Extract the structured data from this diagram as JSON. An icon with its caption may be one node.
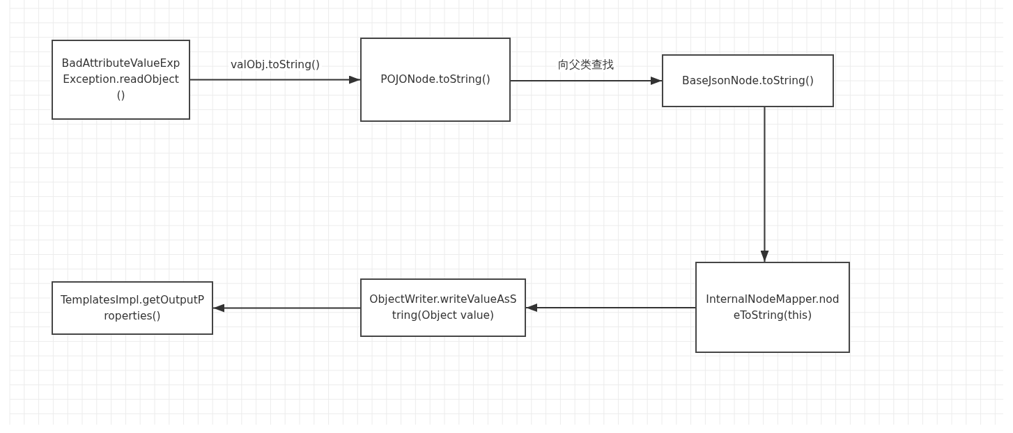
{
  "diagram": {
    "nodes": [
      {
        "text": [
          "BadAttributeValueExpException.readObject()"
        ]
      },
      {
        "text": [
          "POJONode.toString()"
        ]
      },
      {
        "text": [
          "BaseJsonNode.toString()"
        ]
      },
      {
        "text": [
          "InternalNodeMapper.nodeToString(this)"
        ]
      },
      {
        "text": [
          "ObjectWriter.writeValueAsString(Object value)"
        ]
      },
      {
        "text": [
          "TemplatesImpl.getOutputProperties()"
        ]
      }
    ],
    "edges": [
      {
        "from": 0,
        "to": 1,
        "arrow": "to",
        "label": "valObj.toString()"
      },
      {
        "from": 1,
        "to": 2,
        "arrow": "to",
        "label": "向父类查找"
      },
      {
        "from": 2,
        "to": 3,
        "arrow": "to"
      },
      {
        "from": 3,
        "to": 4,
        "arrow": "to"
      },
      {
        "from": 4,
        "to": 5,
        "arrow": "to"
      }
    ]
  }
}
